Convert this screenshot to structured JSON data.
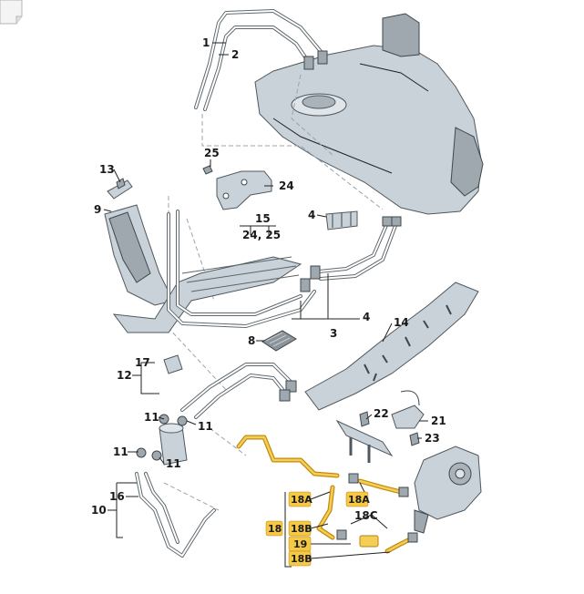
{
  "labels": {
    "p1": "1",
    "p2": "2",
    "p3": "3",
    "p4a": "4",
    "p4b": "4",
    "p8": "8",
    "p9": "9",
    "p10": "10",
    "p11a": "11",
    "p11b": "11",
    "p11c": "11",
    "p11d": "11",
    "p12": "12",
    "p13": "13",
    "p14": "14",
    "p15": "15",
    "p15sub": "24, 25",
    "p16": "16",
    "p17": "17",
    "p18": "18",
    "p18a1": "18A",
    "p18a2": "18A",
    "p18b1": "18B",
    "p18b2": "18B",
    "p18c": "18C",
    "p19": "19",
    "p21": "21",
    "p22": "22",
    "p23": "23",
    "p24": "24",
    "p25": "25"
  },
  "colors": {
    "highlight": "#f5c945",
    "part": "#c9d2d8",
    "line": "#222222"
  },
  "icons": {
    "corner": "folded-corner-icon"
  }
}
